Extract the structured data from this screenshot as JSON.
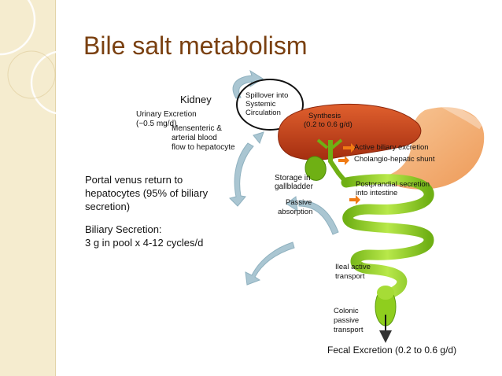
{
  "slide": {
    "title": "Bile salt metabolism"
  },
  "diagram": {
    "labels": {
      "kidney": "Kidney",
      "urinary_1": "Urinary Excretion",
      "urinary_2": "(~0.5 mg/d)",
      "mesenteric_1": "Mensenteric &",
      "mesenteric_2": "arterial blood",
      "mesenteric_3": "flow to hepatocyte",
      "spillover_1": "Spillover into",
      "spillover_2": "Systemic",
      "spillover_3": "Circulation",
      "synthesis_1": "Synthesis",
      "synthesis_2": "(0.2 to 0.6 g/d)",
      "active_biliary": "Active biliary excretion",
      "cholangio": "Cholangio-hepatic shunt",
      "storage_1": "Storage in",
      "storage_2": "gallbladder",
      "postprandial_1": "Postprandial secretion",
      "postprandial_2": "into intestine",
      "passive_1": "Passive",
      "passive_2": "absorption",
      "portal_1": "Portal venus return to",
      "portal_2": "hepatocytes (95% of biliary",
      "portal_3": "secretion)",
      "biliary_1": "Biliary Secretion:",
      "biliary_2": "3 g in pool x 4-12 cycles/d",
      "ileal_1": "Ileal active",
      "ileal_2": "transport",
      "colonic_1": "Colonic",
      "colonic_2": "passive",
      "colonic_3": "transport",
      "fecal": "Fecal Excretion (0.2 to 0.6 g/d)"
    },
    "colors": {
      "liver": "#c8401a",
      "intestine": "#8fce1e",
      "stomach": "#f3b27a",
      "arrows": "#aac6d2",
      "orange_arrow": "#f07a14",
      "title": "#7a4010",
      "band": "#f5eccf"
    }
  }
}
